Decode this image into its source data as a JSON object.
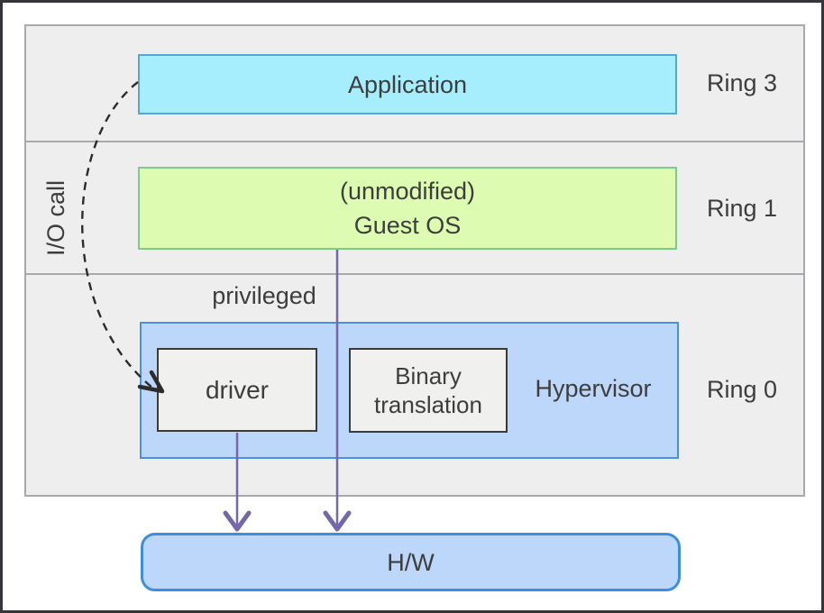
{
  "diagram": {
    "labels": {
      "application": "Application",
      "guest_os_line1": "(unmodified)",
      "guest_os_line2": "Guest OS",
      "privileged": "privileged",
      "driver": "driver",
      "binary_translation_line1": "Binary",
      "binary_translation_line2": "translation",
      "hypervisor": "Hypervisor",
      "hardware": "H/W",
      "io_call": "I/O call"
    },
    "rings": [
      {
        "label": "Ring 3"
      },
      {
        "label": "Ring 1"
      },
      {
        "label": "Ring 0"
      }
    ],
    "colors": {
      "application_fill": "#a6edfd",
      "application_border": "#56a8d3",
      "guest_fill": "#ddfcb2",
      "guest_border": "#80c98a",
      "hypervisor_fill": "#bdd7fa",
      "hypervisor_border": "#4a90e2",
      "hw_fill": "#bdd7fa",
      "hw_border": "#3d8de0",
      "inner_box_fill": "#f0f0ef",
      "inner_box_border": "#3a3a3a",
      "panel_fill": "#eeeeef",
      "panel_border": "#a8a8ad",
      "arrow_purple": "#7568a9",
      "arrow_dashed": "#2c2c2c",
      "text": "#3d3d3d"
    }
  }
}
